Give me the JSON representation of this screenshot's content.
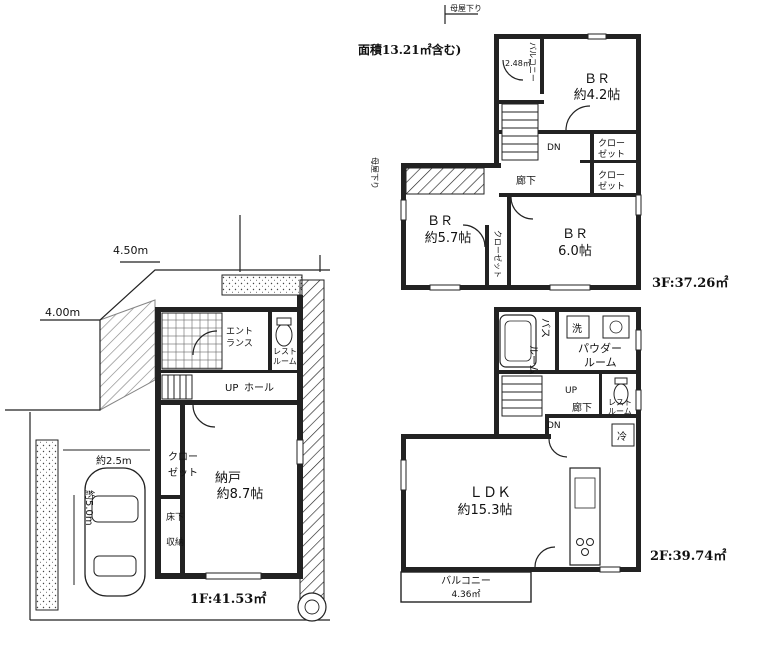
{
  "floors": {
    "first": {
      "area_label": "1F:41.53㎡",
      "rooms": {
        "storage": "納戸",
        "storage_size": "約8.7帖",
        "closet_a": "クロー",
        "closet_b": "ゼット",
        "underfloor_a": "床下",
        "underfloor_b": "収納",
        "hall": "ホール",
        "up": "UP",
        "entrance_a": "エント",
        "entrance_b": "ランス",
        "restroom_a": "レスト",
        "restroom_b": "ルーム"
      },
      "site": {
        "road_width_a": "4.50m",
        "road_width_b": "4.00m",
        "parking_width": "約2.5m",
        "parking_length": "約5.0m"
      }
    },
    "second": {
      "area_label": "2F:39.74㎡",
      "rooms": {
        "ldk": "ＬＤＫ",
        "ldk_size": "約15.3帖",
        "bath_a": "バス",
        "bath_b": "ルーム",
        "powder_a": "パウダー",
        "powder_b": "ルーム",
        "laundry": "洗",
        "refrigerator": "冷",
        "corridor": "廊下",
        "up": "UP",
        "dn": "DN",
        "restroom_a": "レスト",
        "restroom_b": "ルーム",
        "balcony": "バルコニー",
        "balcony_area": "4.36㎡"
      }
    },
    "third": {
      "area_label": "3F:37.26㎡",
      "rooms": {
        "br1": "ＢＲ",
        "br1_size": "約4.2帖",
        "br2": "ＢＲ",
        "br2_size": "約5.7帖",
        "br3": "ＢＲ",
        "br3_size": "6.0帖",
        "closet_a": "クロー",
        "closet_b": "ゼット",
        "closet2_a": "クロー",
        "closet2_b": "ゼット",
        "closet3": "クローゼット",
        "corridor": "廊下",
        "dn": "DN",
        "balcony": "バルコニー",
        "balcony_area": "2.48㎡"
      },
      "notes": {
        "top_note": "母屋下り",
        "side_note": "母屋下り",
        "area_note": "面積13.21㎡含む)"
      }
    }
  }
}
